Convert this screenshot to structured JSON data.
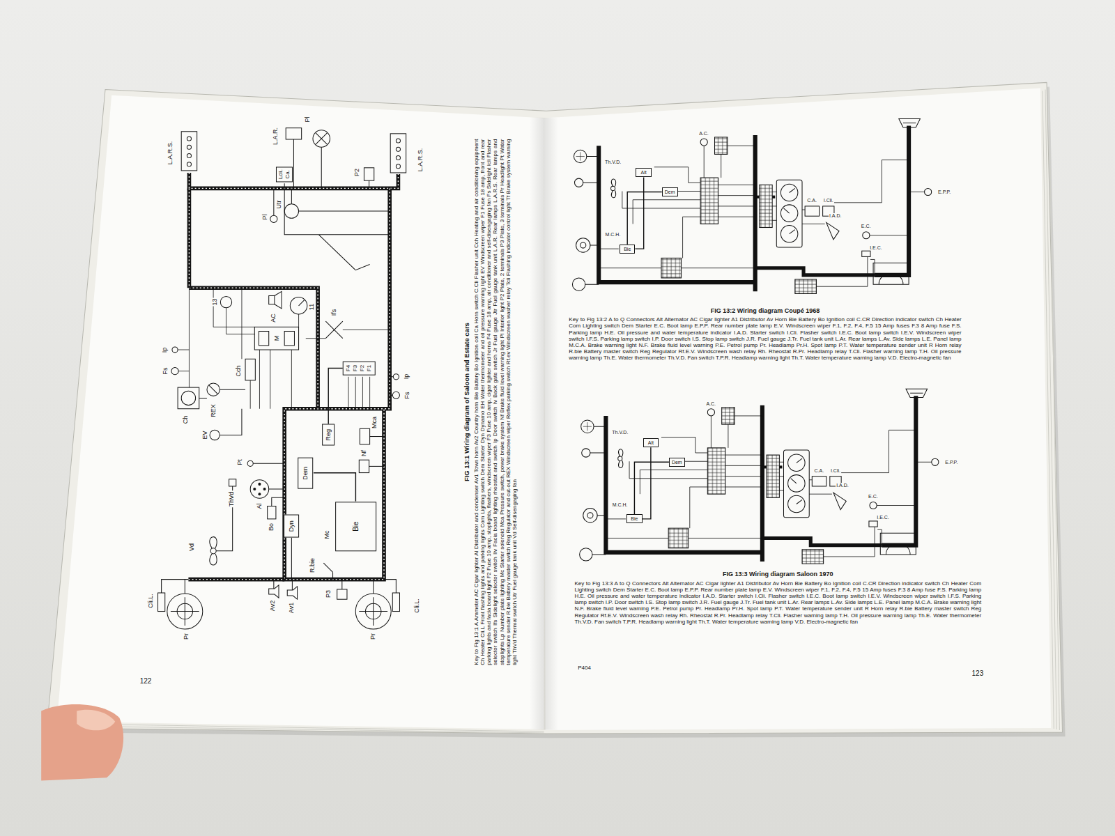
{
  "diagram": {
    "nodes": [
      {
        "text": [
          "Bie"
        ]
      },
      {
        "text": [
          "Dem"
        ]
      },
      {
        "text": [
          "Dyn"
        ]
      },
      {
        "text": [
          "Reg"
        ]
      },
      {
        "text": [
          "F4",
          "F3",
          "F2",
          "F1"
        ]
      },
      {
        "text": [
          "Lcli.",
          "Ca."
        ]
      },
      {
        "text": [
          "Alt"
        ]
      },
      {
        "text": [
          "Dem"
        ]
      },
      {
        "text": [
          "Bie"
        ]
      },
      {
        "text": [
          "Alt"
        ]
      },
      {
        "text": [
          "Dem"
        ]
      },
      {
        "text": [
          "Bie"
        ]
      }
    ],
    "edges": [
      {
        "from": 0,
        "to": 1,
        "arrow": "none"
      },
      {
        "from": 4,
        "to": 3,
        "arrow": "none"
      },
      {
        "from": 8,
        "to": 7,
        "arrow": "none"
      },
      {
        "from": 6,
        "to": 8,
        "arrow": "none"
      },
      {
        "from": 11,
        "to": 10,
        "arrow": "none"
      },
      {
        "from": 9,
        "to": 11,
        "arrow": "none"
      }
    ],
    "labels": [
      "L.A.R.S.",
      "L.A.R.",
      "Pl",
      "P2",
      "L.A.R.S.",
      "Pl",
      "Utr",
      "13",
      "AC",
      "11",
      "M",
      "Ifs",
      "Cch",
      "Ip",
      "Fs",
      "Ch",
      "REX",
      "EV",
      "Mca",
      "Nf",
      "Pt",
      "ThVd",
      "Al",
      "Bo",
      "Vd",
      "Av2",
      "Av1",
      "Mc",
      "R.bie",
      "Ip",
      "Fs",
      "Cli.L.",
      "Pr",
      "P3",
      "Pr",
      "Cli.L.",
      "FIG 13:1 Wiring diagram of Saloon and Estate cars",
      "Key to Fig 13:1 A Ammeter AC Cigar lighter Al Distributor and condenser Av1 Town horn Av2 Country horn Bie Battery Bo Ignition coil Ca Horn switch C.Cli Flasher unit Cch Heating and air conditioning equipment Ch Heater Cli.L Front flashing lights and parking lights Com Lighting switch Dem Starter Dyn Dynamo EH Water thermometer and oil pressure warning light EV Windscreen wiper F1 Fuse 18 amp, front and rear parking lights and facia board light F2 Fuse 10 amp, stoplights, flashers, windscreen wiper F3 Fuse 10 amp, cigar lighter and horns F4 Fuse 18 amp, air conditioner and self-disengaging fan Fs Sidelight Icli Flasher selector switch Ifs Sidelight selector switch Ilv Facia board lighting rheostat and switch Ip Door switch Iv Back gate switch Jr Fuel gauge Jtr Fuel gauge tank unit L.A.R. Rear lamps L.A.R.S. Rear lamps and stoplights Lp Number plate lighting Mc Starter solenoid Mca Pressure switch, power brake system Nf Brake fluid level warning light Pl Interior light P2 Plate, 2 terminals P3 Plate, 3 terminals Pr Headlight Pt Water temperature sender R.bie Battery master switch Reg Regulator and cut-out REX Windscreen wiper Reflex parking switch Rf.ev Windscreen washer relay Tcli Flashing indicator control light Tf Brake system warning light ThVd Thermal switch Utr Fuel gauge tank unit Vd Self-disengaging fan",
      "122",
      "FIG 13:2 Wiring diagram Coupé 1968",
      "Key to Fig 13:2 A to Q Connectors Alt Alternator AC Cigar lighter A1 Distributor Av Horn Bie Battery Bo Ignition coil C.CR Direction indicator switch Ch Heater Com Lighting switch Dem Starter E.C. Boot lamp E.P.P. Rear number plate lamp E.V. Windscreen wiper F.1, F.2, F.4, F.5 15 Amp fuses F.3 8 Amp fuse F.S. Parking lamp H.E. Oil pressure and water temperature indicator I.A.D. Starter switch I.Cli. Flasher switch I.E.C. Boot lamp switch I.E.V. Windscreen wiper switch I.F.S. Parking lamp switch I.P. Door switch I.S. Stop lamp switch J.R. Fuel gauge J.Tr. Fuel tank unit L.Ar. Rear lamps L.Av. Side lamps L.E. Panel lamp M.C.A. Brake warning light N.F. Brake fluid level warning P.E. Petrol pump Pr. Headlamp Pr.H. Spot lamp P.T. Water temperature sender unit R Horn relay R.bie Battery master switch Reg Regulator Rf.E.V. Windscreen wash relay Rh. Rheostat R.Pr. Headlamp relay T.Cli. Flasher warning lamp T.H. Oil pressure warning lamp Th.E. Water thermometer Th.V.D. Fan switch T.P.R. Headlamp warning light Th.T. Water temperature warning lamp V.D. Electro-magnetic fan",
      "FIG 13:3 Wiring diagram Saloon 1970",
      "Key to Fig 13:3 A to Q Connectors Alt Alternator AC Cigar lighter A1 Distributor Av Horn Bie Battery Bo Ignition coil C.CR Direction indicator switch Ch Heater Com Lighting switch Dem Starter E.C. Boot lamp E.P.P. Rear number plate lamp E.V. Windscreen wiper F.1, F.2, F.4, F.5 15 Amp fuses F.3 8 Amp fuse F.S. Parking lamp H.E. Oil pressure and water temperature indicator I.A.D. Starter switch I.Cli. Flasher switch I.E.C. Boot lamp switch I.E.V. Windscreen wiper switch I.F.S. Parking lamp switch I.P. Door switch I.S. Stop lamp switch J.R. Fuel gauge J.Tr. Fuel tank unit L.Ar. Rear lamps L.Av. Side lamps L.E. Panel lamp M.C.A. Brake warning light N.F. Brake fluid level warning P.E. Petrol pump Pr. Headlamp Pr.H. Spot lamp P.T. Water temperature sender unit R Horn relay R.bie Battery master switch Reg Regulator Rf.E.V. Windscreen wash relay Rh. Rheostat R.Pr. Headlamp relay T.Cli. Flasher warning lamp T.H. Oil pressure warning lamp Th.E. Water thermometer Th.V.D. Fan switch T.P.R. Headlamp warning light Th.T. Water temperature warning lamp V.D. Electro-magnetic fan",
      "P404",
      "123",
      "Th.V.D.",
      "M.C.H.",
      "A.C.",
      "C.A.",
      "I.Cli.",
      "I.A.D.",
      "E.C.",
      "I.E.C.",
      "E.P.P.",
      "Th.V.D.",
      "M.C.H.",
      "A.C.",
      "C.A.",
      "I.Cli.",
      "I.A.D.",
      "E.C.",
      "I.E.C.",
      "E.P.P."
    ]
  }
}
